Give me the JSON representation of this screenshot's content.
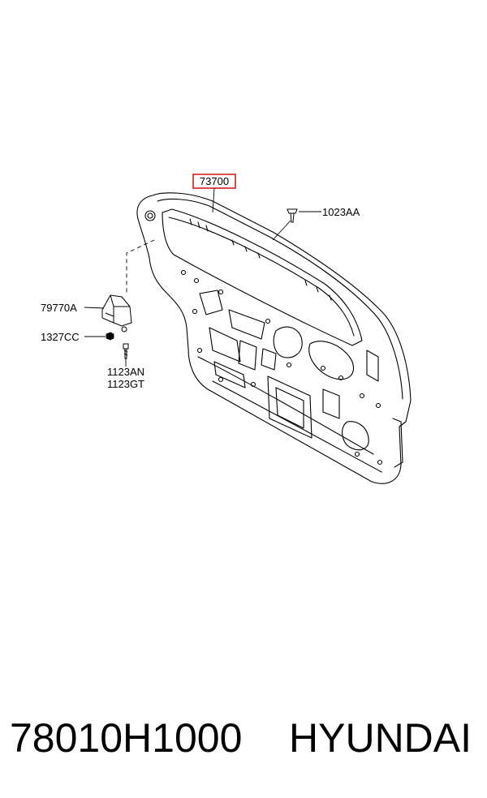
{
  "callouts": {
    "main_part": "73700",
    "screw": "1023AA",
    "hinge": "79770A",
    "nut": "1327CC",
    "bolt_line1": "1123AN",
    "bolt_line2": "1123GT"
  },
  "footer": {
    "part_number": "78010H1000",
    "brand": "HYUNDAI"
  },
  "colors": {
    "highlight_border": "#cc0000",
    "line": "#000000"
  }
}
